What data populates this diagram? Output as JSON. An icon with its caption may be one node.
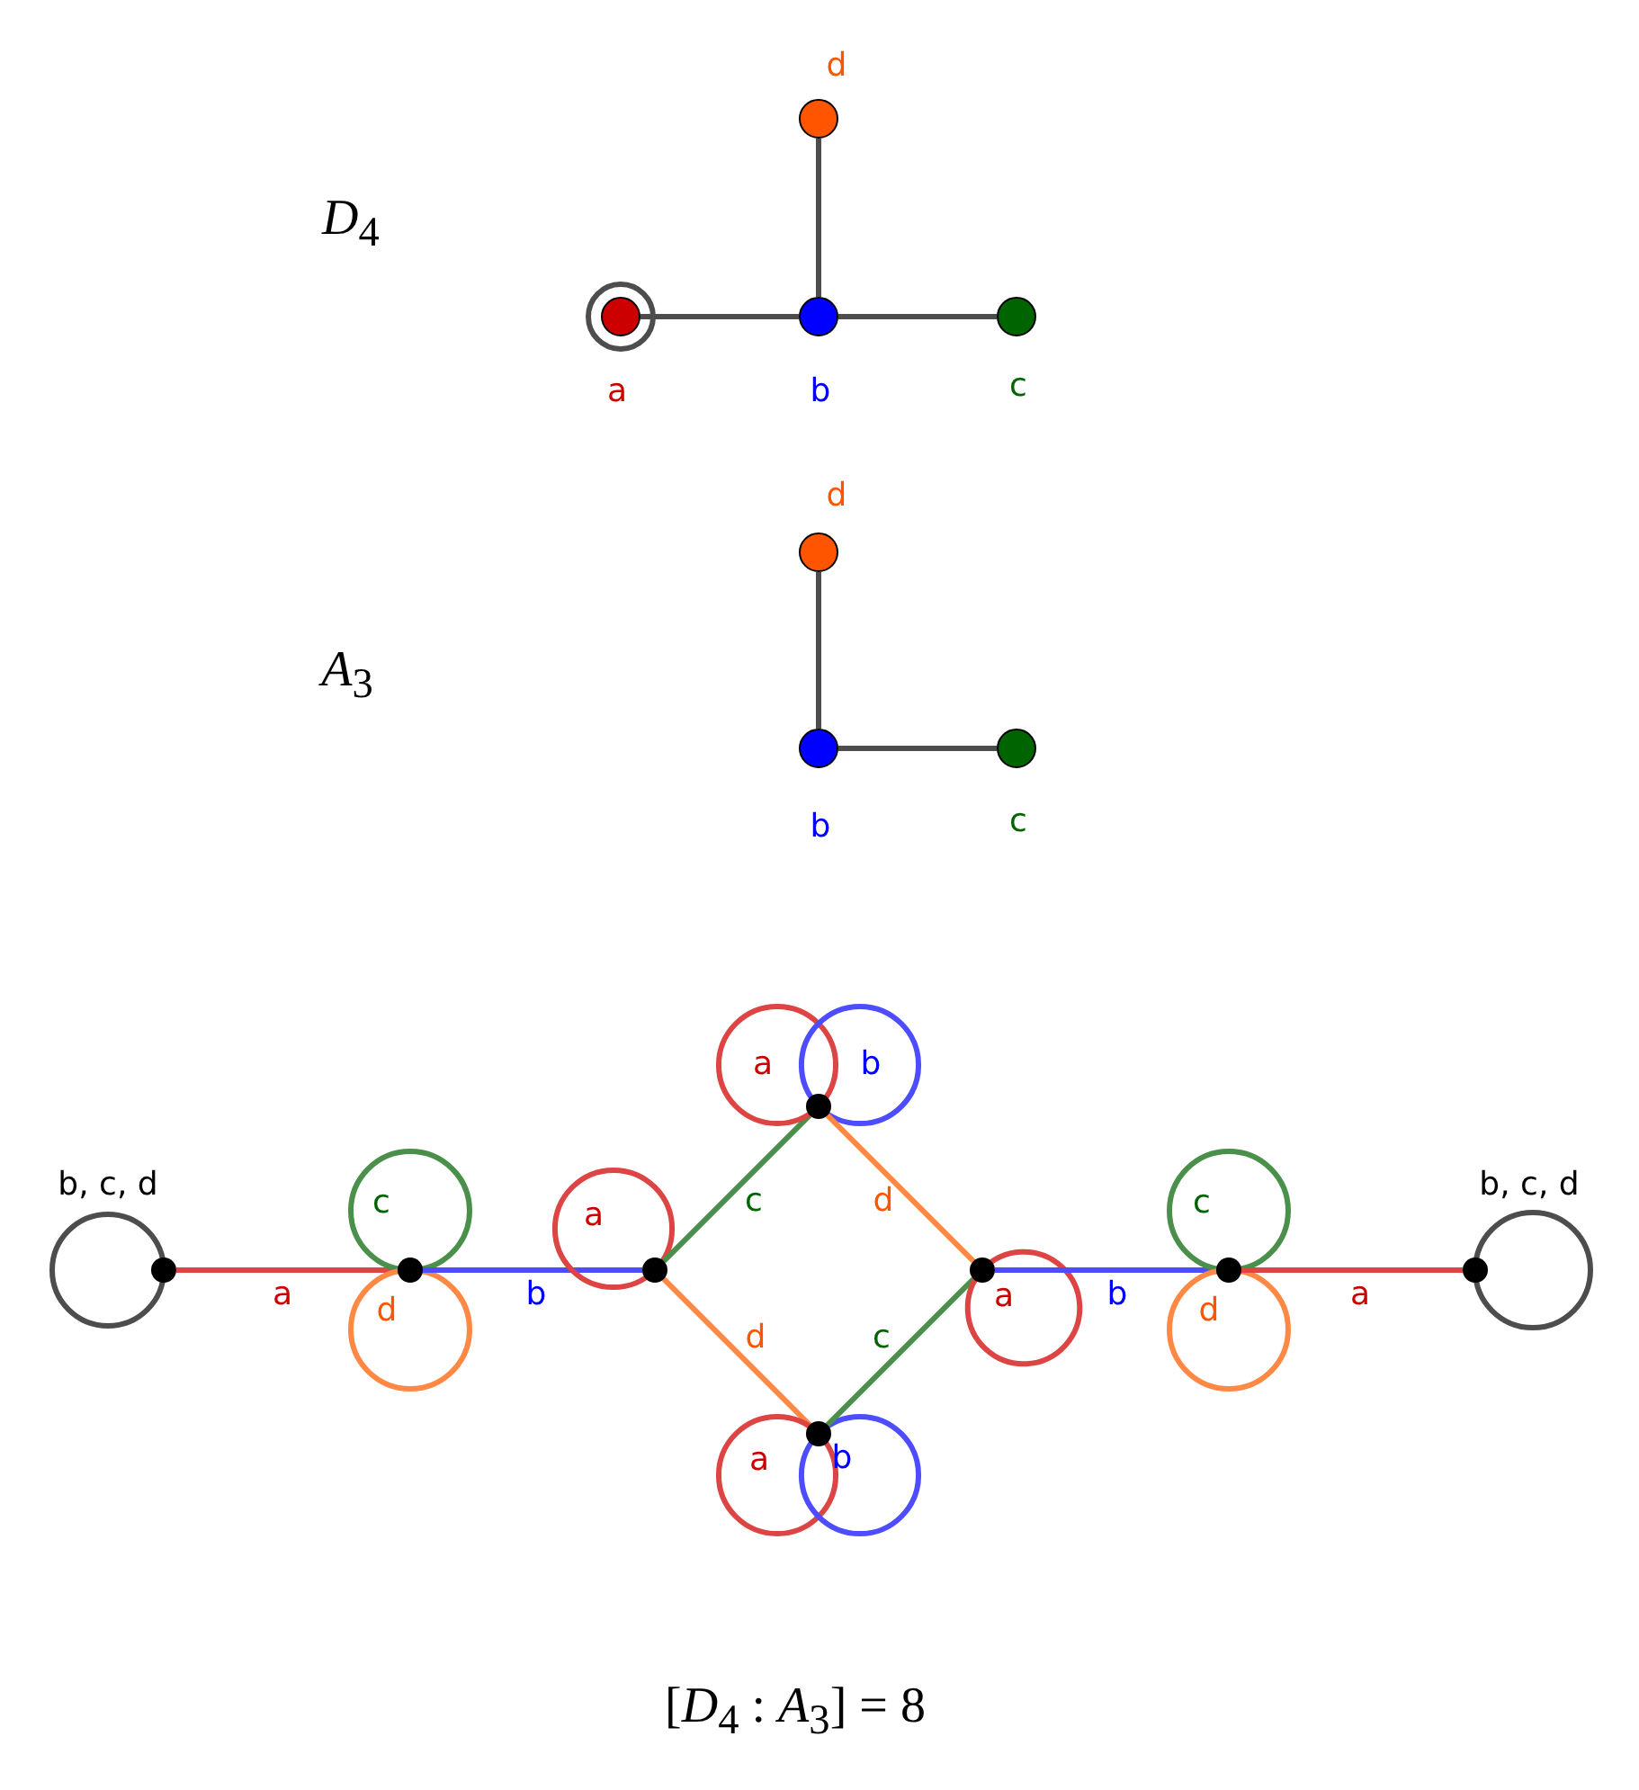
{
  "diagram": {
    "caption": "[*D*$_{4}$ : *A*$_{3}$] = 8",
    "nodes": [
      {
        "text": [
          "d"
        ]
      },
      {
        "text": [
          "a"
        ]
      },
      {
        "text": [
          "b"
        ]
      },
      {
        "text": [
          "c"
        ]
      },
      {
        "text": [
          "d"
        ]
      },
      {
        "text": [
          "b"
        ]
      },
      {
        "text": [
          "c"
        ]
      },
      {
        "text": [],
        "shape": "circle"
      },
      {
        "text": [],
        "shape": "circle"
      },
      {
        "text": [],
        "shape": "circle"
      },
      {
        "text": [],
        "shape": "circle"
      },
      {
        "text": [],
        "shape": "circle"
      },
      {
        "text": [],
        "shape": "circle"
      },
      {
        "text": [],
        "shape": "circle"
      },
      {
        "text": [],
        "shape": "circle"
      }
    ],
    "edges": [
      {
        "from": 0,
        "to": 2,
        "arrow": "none",
        "color": "#4d4d4d"
      },
      {
        "from": 1,
        "to": 2,
        "arrow": "none",
        "color": "#4d4d4d"
      },
      {
        "from": 2,
        "to": 3,
        "arrow": "none",
        "color": "#4d4d4d"
      },
      {
        "from": 4,
        "to": 5,
        "arrow": "none",
        "color": "#4d4d4d"
      },
      {
        "from": 5,
        "to": 6,
        "arrow": "none",
        "color": "#4d4d4d"
      },
      {
        "from": 7,
        "to": 7,
        "arrow": "none",
        "label": "b, c, d",
        "color": "#4d4d4d"
      },
      {
        "from": 7,
        "to": 8,
        "arrow": "none",
        "label": "a",
        "color": "#dd4444"
      },
      {
        "from": 8,
        "to": 8,
        "arrow": "none",
        "label": "c",
        "color": "#4a8f4a"
      },
      {
        "from": 8,
        "to": 8,
        "arrow": "none",
        "label": "d",
        "color": "#ff8844"
      },
      {
        "from": 8,
        "to": 9,
        "arrow": "none",
        "label": "b",
        "color": "#4d4dff"
      },
      {
        "from": 9,
        "to": 9,
        "arrow": "none",
        "label": "a",
        "color": "#dd4444"
      },
      {
        "from": 9,
        "to": 10,
        "arrow": "none",
        "label": "c",
        "color": "#4a8f4a"
      },
      {
        "from": 9,
        "to": 11,
        "arrow": "none",
        "label": "d",
        "color": "#ff8844"
      },
      {
        "from": 10,
        "to": 10,
        "arrow": "none",
        "label": "a",
        "color": "#dd4444"
      },
      {
        "from": 10,
        "to": 10,
        "arrow": "none",
        "label": "b",
        "color": "#4d4dff"
      },
      {
        "from": 10,
        "to": 12,
        "arrow": "none",
        "label": "d",
        "color": "#ff8844"
      },
      {
        "from": 11,
        "to": 11,
        "arrow": "none",
        "label": "a",
        "color": "#dd4444"
      },
      {
        "from": 11,
        "to": 11,
        "arrow": "none",
        "label": "b",
        "color": "#4d4dff"
      },
      {
        "from": 11,
        "to": 12,
        "arrow": "none",
        "label": "c",
        "color": "#4a8f4a"
      },
      {
        "from": 12,
        "to": 12,
        "arrow": "none",
        "label": "a",
        "color": "#dd4444"
      },
      {
        "from": 12,
        "to": 13,
        "arrow": "none",
        "label": "b",
        "color": "#4d4dff"
      },
      {
        "from": 13,
        "to": 13,
        "arrow": "none",
        "label": "c",
        "color": "#4a8f4a"
      },
      {
        "from": 13,
        "to": 13,
        "arrow": "none",
        "label": "d",
        "color": "#ff8844"
      },
      {
        "from": 13,
        "to": 14,
        "arrow": "none",
        "label": "a",
        "color": "#dd4444"
      },
      {
        "from": 14,
        "to": 14,
        "arrow": "none",
        "label": "b, c, d",
        "color": "#4d4d4d"
      }
    ],
    "labels": [
      "*D*$_{4}$",
      "*A*$_{3}$"
    ]
  }
}
